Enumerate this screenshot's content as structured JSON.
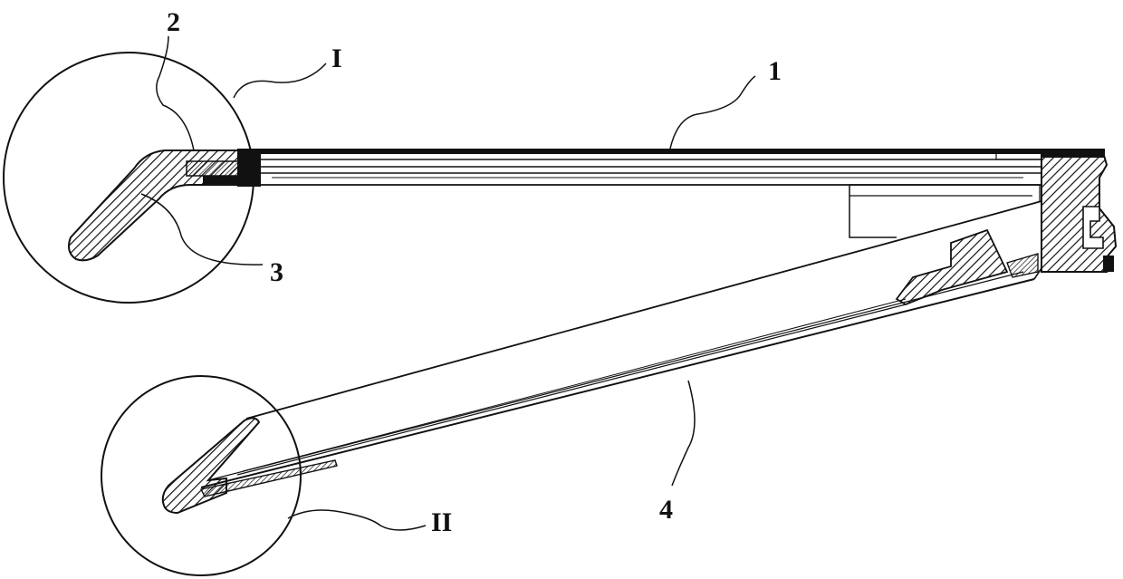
{
  "figure": {
    "labels": {
      "part_1": "1",
      "part_2": "2",
      "part_3": "3",
      "part_4": "4",
      "detail_I": "I",
      "detail_II": "II"
    },
    "colors": {
      "line": "#111111",
      "background": "#ffffff"
    }
  }
}
